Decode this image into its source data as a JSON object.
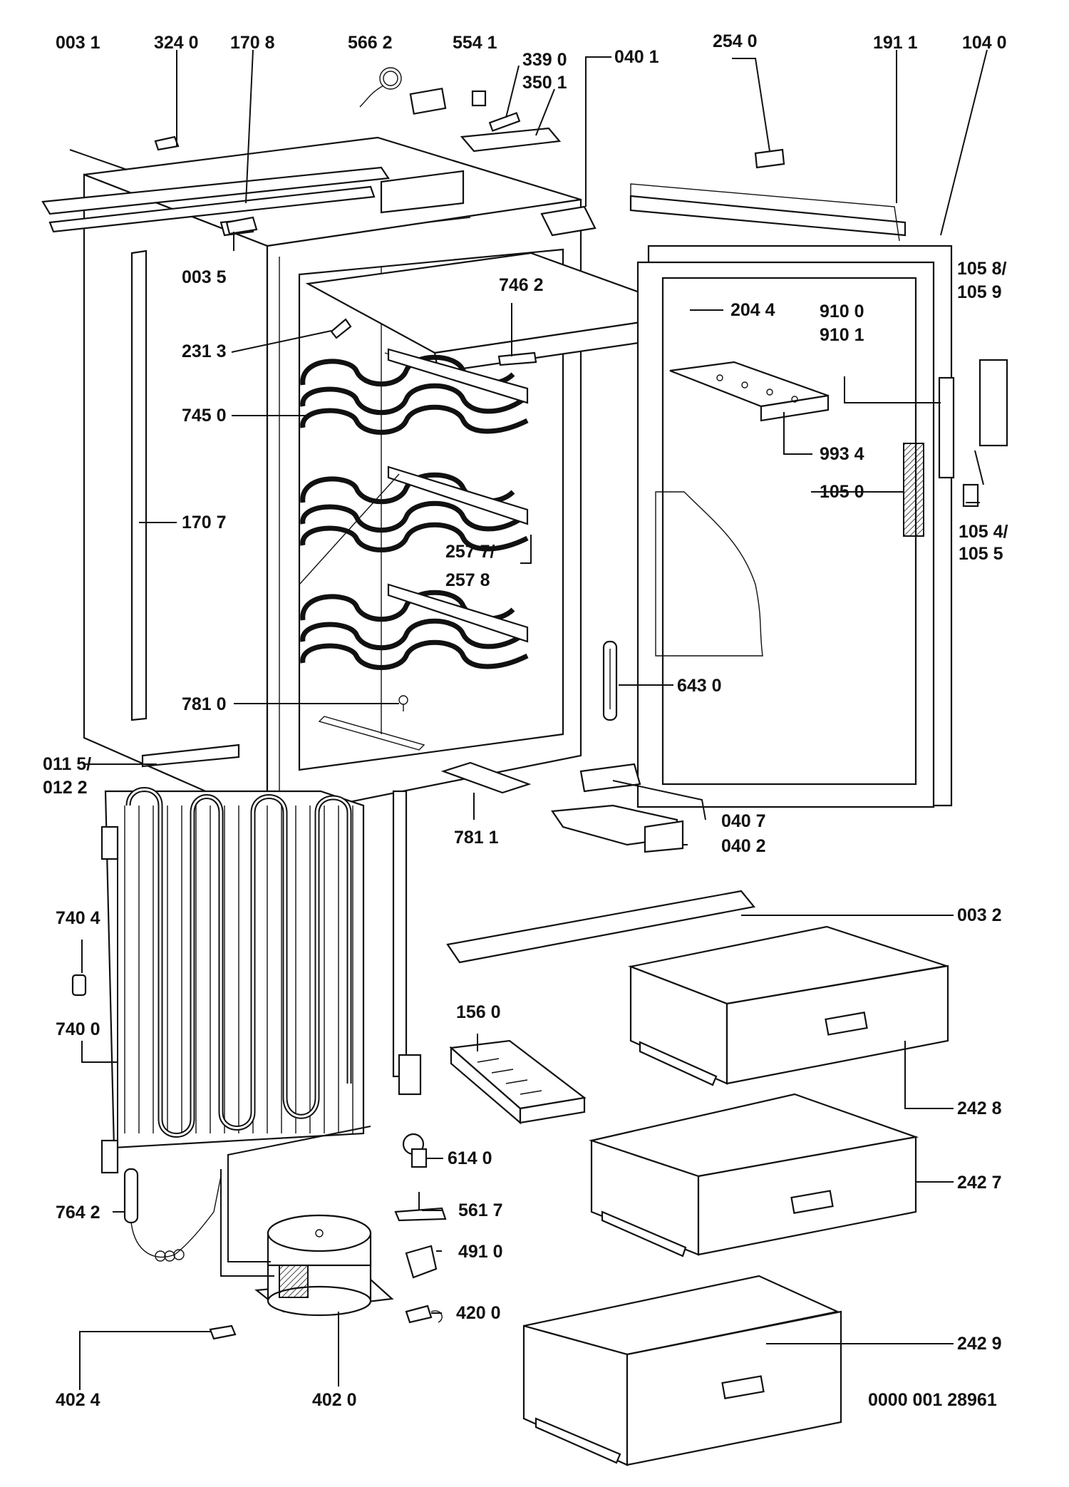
{
  "diagram": {
    "labels": {
      "p0031": "003 1",
      "p3240": "324 0",
      "p1708": "170 8",
      "p5662": "566 2",
      "p5541": "554 1",
      "p3390": "339 0",
      "p3501": "350 1",
      "p0401": "040 1",
      "p2540": "254 0",
      "p1911": "191 1",
      "p1040": "104 0",
      "p0035": "003 5",
      "p7462": "746 2",
      "p2044": "204 4",
      "p9100": "910 0",
      "p9101": "910 1",
      "p1058": "105 8/",
      "p1059": "105 9",
      "p2313": "231 3",
      "p7450": "745 0",
      "p9934": "993 4",
      "p1050": "105 0",
      "p1707": "170 7",
      "p2577": "257 7/",
      "p2578": "257 8",
      "p1054": "105 4/",
      "p1055": "105 5",
      "p6430": "643 0",
      "p7810": "781 0",
      "p0115": "011 5/",
      "p0122": "012 2",
      "p0407": "040 7",
      "p7811": "781 1",
      "p0402": "040 2",
      "p0032": "003 2",
      "p7404": "740 4",
      "p1560": "156 0",
      "p7400": "740 0",
      "p2428": "242 8",
      "p6140": "614 0",
      "p2427": "242 7",
      "p7642": "764 2",
      "p5617": "561 7",
      "p4910": "491 0",
      "p4200": "420 0",
      "p2429": "242 9",
      "p4024": "402 4",
      "p4020": "402 0",
      "docnum": "0000 001 28961"
    }
  }
}
